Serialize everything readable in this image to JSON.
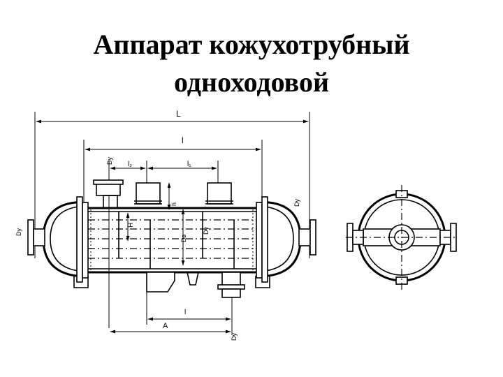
{
  "title": {
    "line1": "Аппарат кожухотрубный",
    "line2": "одноходовой"
  },
  "drawing": {
    "labels": {
      "L": "L",
      "l": "l",
      "l2": "l₂",
      "l1": "l₁",
      "l_bottom": "l",
      "A": "A",
      "H": "H",
      "Dy_left": "Dy",
      "Dy_right": "Dy",
      "Dy_top": "Dy",
      "Dy_mid": "Dy",
      "Dy_bottom": "Dy",
      "dia": "Dв",
      "h": "h"
    }
  }
}
